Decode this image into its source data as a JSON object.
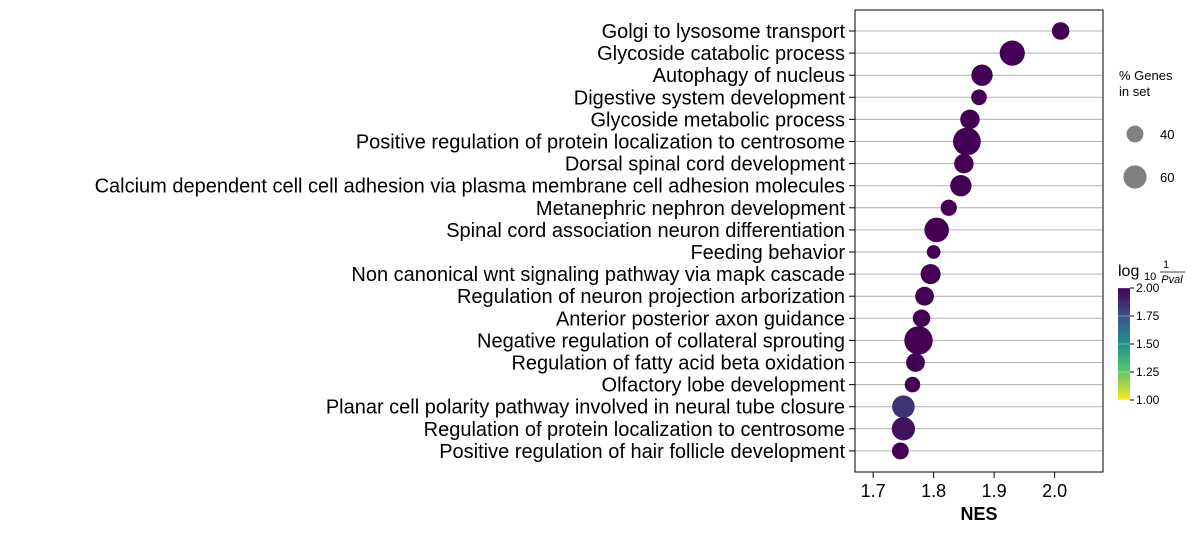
{
  "chart_data": {
    "type": "scatter",
    "xlabel": "NES",
    "xlim": [
      1.67,
      2.08
    ],
    "x_ticks": [
      "1.7",
      "1.8",
      "1.9",
      "2.0"
    ],
    "grid": "horizontal",
    "categories": [
      "Golgi to lysosome transport",
      "Glycoside catabolic process",
      "Autophagy of nucleus",
      "Digestive system development",
      "Glycoside metabolic process",
      "Positive regulation of protein localization to centrosome",
      "Dorsal spinal cord development",
      "Calcium dependent cell cell adhesion via plasma membrane cell adhesion molecules",
      "Metanephric nephron development",
      "Spinal cord association neuron differentiation",
      "Feeding behavior",
      "Non canonical wnt signaling pathway via mapk cascade",
      "Regulation of neuron projection arborization",
      "Anterior posterior axon guidance",
      "Negative regulation of collateral sprouting",
      "Regulation of fatty acid beta oxidation",
      "Olfactory lobe development",
      "Planar cell polarity pathway involved in neural tube closure",
      "Regulation of protein localization to centrosome",
      "Positive regulation of hair follicle development"
    ],
    "nes": [
      2.01,
      1.93,
      1.88,
      1.875,
      1.86,
      1.855,
      1.85,
      1.845,
      1.825,
      1.805,
      1.8,
      1.795,
      1.785,
      1.78,
      1.775,
      1.77,
      1.765,
      1.75,
      1.75,
      1.745
    ],
    "pct_genes": [
      36,
      60,
      48,
      30,
      42,
      68,
      42,
      48,
      32,
      58,
      24,
      44,
      40,
      36,
      70,
      40,
      30,
      52,
      54,
      34
    ],
    "log10_inv_pval": [
      2.0,
      2.0,
      2.0,
      2.0,
      2.0,
      2.0,
      2.0,
      2.0,
      2.0,
      2.0,
      2.0,
      2.0,
      2.0,
      2.0,
      2.0,
      2.0,
      2.0,
      1.85,
      1.95,
      2.0
    ],
    "size_legend": {
      "title_line1": "% Genes",
      "title_line2": "in set",
      "entries": [
        {
          "label": "40",
          "value": 40
        },
        {
          "label": "60",
          "value": 60
        }
      ]
    },
    "colorbar": {
      "label_main": "log",
      "label_sub": "10",
      "label_num": "1",
      "label_den": "Pval",
      "range": [
        1.0,
        2.0
      ],
      "ticks": [
        "1.00",
        "1.25",
        "1.50",
        "1.75",
        "2.00"
      ],
      "colormap": "viridis"
    }
  }
}
